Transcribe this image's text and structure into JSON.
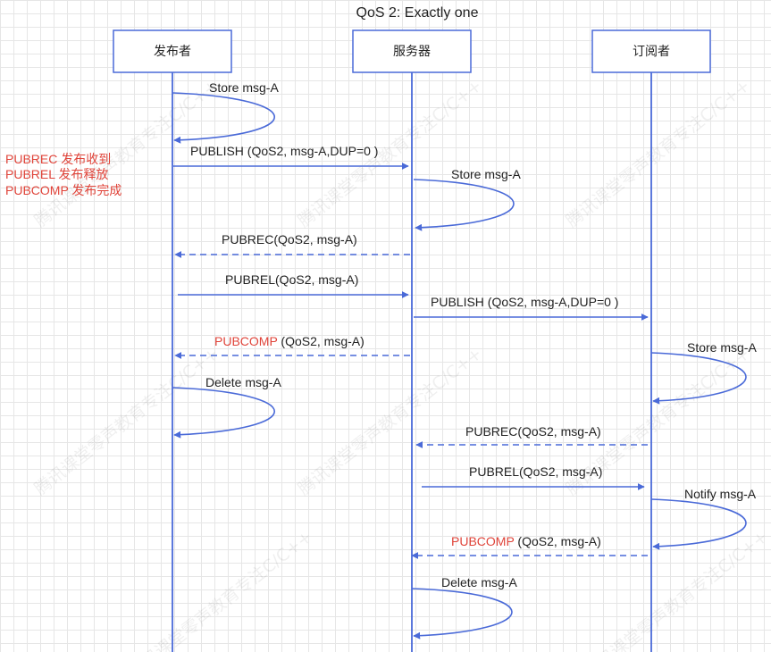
{
  "title": "QoS 2: Exactly one",
  "colors": {
    "line": "#4a6ad8",
    "highlight": "#e0443a",
    "text": "#222222"
  },
  "participants": [
    {
      "name": "发布者"
    },
    {
      "name": "服务器"
    },
    {
      "name": "订阅者"
    }
  ],
  "legend": [
    "PUBREC 发布收到",
    "PUBREL 发布释放",
    "PUBCOMP 发布完成"
  ],
  "self_actions": [
    "Store msg-A",
    "Store msg-A",
    "Store msg-A",
    "Delete msg-A",
    "Notify msg-A",
    "Delete msg-A"
  ],
  "messages": [
    {
      "label": "PUBLISH (QoS2, msg-A,DUP=0 )",
      "style": "solid"
    },
    {
      "label": "PUBREC(QoS2, msg-A)",
      "style": "dashed"
    },
    {
      "label": "PUBREL(QoS2, msg-A)",
      "style": "solid"
    },
    {
      "label": "PUBLISH (QoS2, msg-A,DUP=0 )",
      "style": "solid"
    },
    {
      "prefix": "PUBCOMP",
      "suffix": " (QoS2, msg-A)",
      "style": "dashed"
    },
    {
      "label": "PUBREC(QoS2, msg-A)",
      "style": "dashed"
    },
    {
      "label": "PUBREL(QoS2, msg-A)",
      "style": "solid"
    },
    {
      "prefix": "PUBCOMP",
      "suffix": " (QoS2, msg-A)",
      "style": "dashed"
    }
  ],
  "watermark": "腾讯课堂零声教育专注C/C++"
}
